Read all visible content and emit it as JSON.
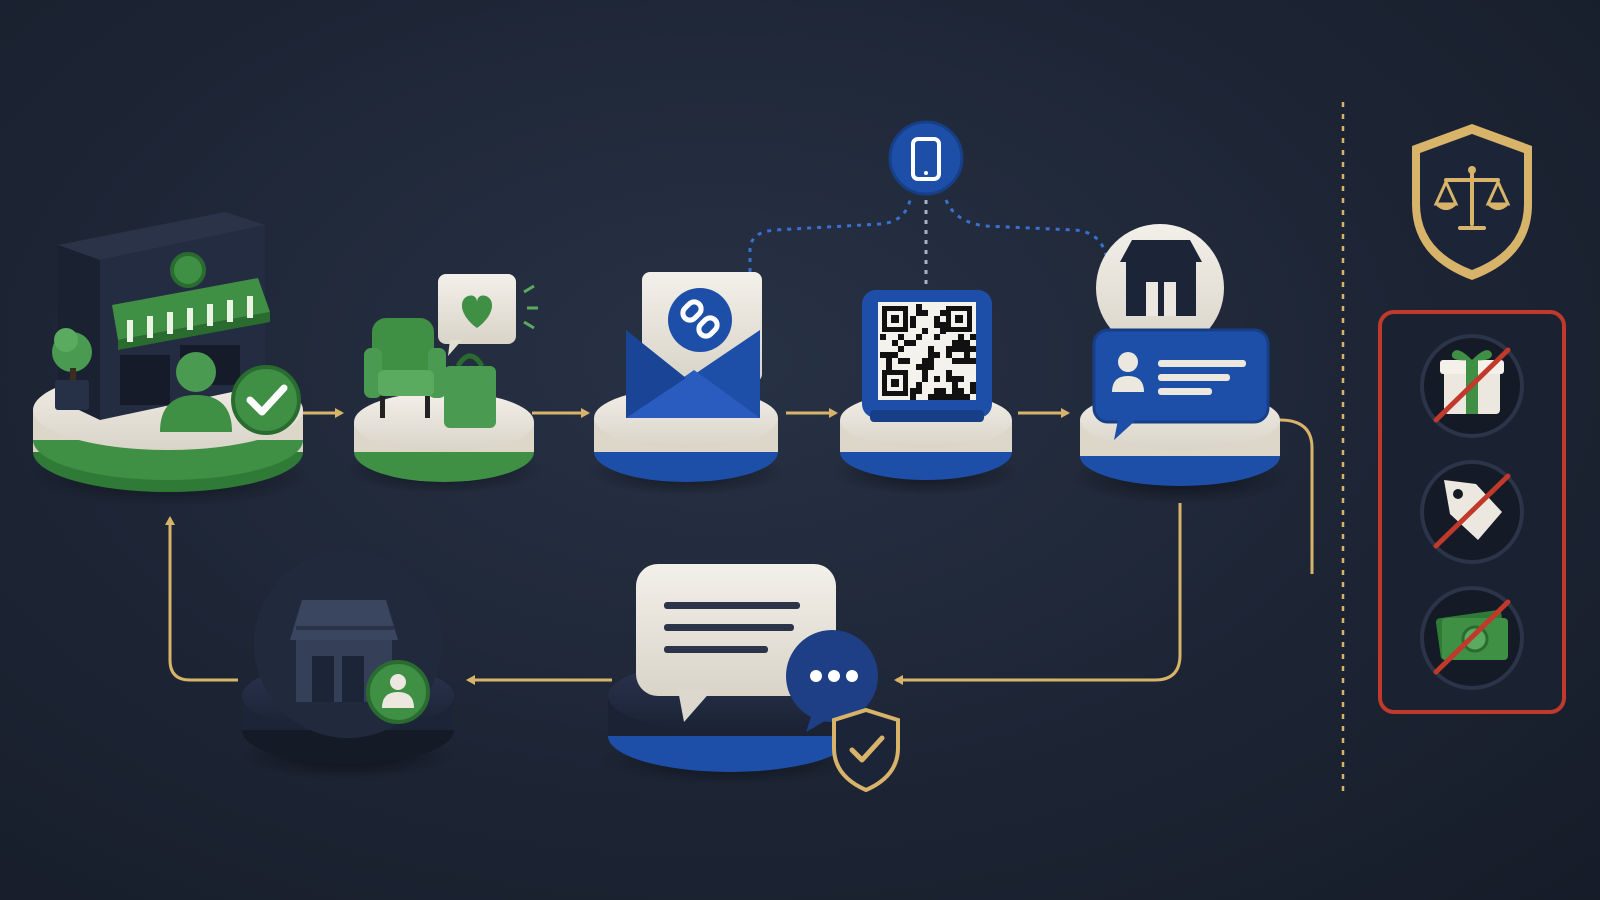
{
  "diagram": {
    "colors": {
      "background": "#1d2535",
      "green": "#3f8f45",
      "blue": "#1e4fa8",
      "navy": "#1c2538",
      "cream": "#ece8df",
      "gold": "#d8b46a",
      "red": "#c0392b"
    },
    "flow_nodes": [
      {
        "id": "store-visit",
        "icons": [
          "storefront-icon",
          "customer-icon",
          "check-icon"
        ]
      },
      {
        "id": "purchase",
        "icons": [
          "armchair-icon",
          "shopping-bag-icon",
          "heart-bubble-icon"
        ]
      },
      {
        "id": "email-link",
        "icons": [
          "envelope-icon",
          "link-icon"
        ]
      },
      {
        "id": "qr-code",
        "icons": [
          "qr-code-icon"
        ]
      },
      {
        "id": "review-profile",
        "icons": [
          "store-icon",
          "profile-card-icon"
        ]
      },
      {
        "id": "verified-reviews",
        "icons": [
          "speech-bubble-icon",
          "chat-dots-icon",
          "shield-check-icon"
        ]
      },
      {
        "id": "store-profile",
        "icons": [
          "store-icon",
          "user-badge-icon"
        ]
      }
    ],
    "mobile_hub": {
      "icon": "smartphone-icon"
    },
    "compliance_panel": {
      "header_icon": "shield-scales-icon",
      "prohibited": [
        {
          "icon": "gift-icon",
          "state": "not-allowed"
        },
        {
          "icon": "price-tag-icon",
          "state": "not-allowed"
        },
        {
          "icon": "cash-icon",
          "state": "not-allowed"
        }
      ]
    }
  }
}
